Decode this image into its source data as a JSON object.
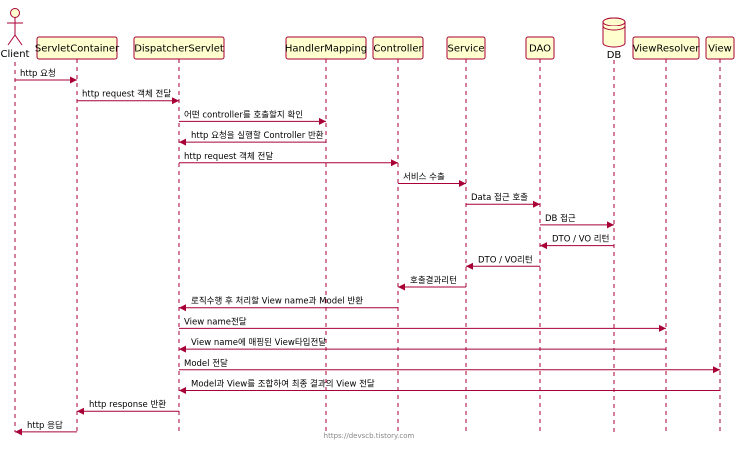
{
  "participants": [
    {
      "id": "client",
      "label": "Client",
      "kind": "actor"
    },
    {
      "id": "servlet_container",
      "label": "ServletContainer",
      "kind": "box"
    },
    {
      "id": "dispatcher_servlet",
      "label": "DispatcherServlet",
      "kind": "box"
    },
    {
      "id": "handler_mapping",
      "label": "HandlerMapping",
      "kind": "box"
    },
    {
      "id": "controller",
      "label": "Controller",
      "kind": "box"
    },
    {
      "id": "service",
      "label": "Service",
      "kind": "box"
    },
    {
      "id": "dao",
      "label": "DAO",
      "kind": "box"
    },
    {
      "id": "db",
      "label": "DB",
      "kind": "database"
    },
    {
      "id": "view_resolver",
      "label": "ViewResolver",
      "kind": "box"
    },
    {
      "id": "view",
      "label": "View",
      "kind": "box"
    }
  ],
  "messages": [
    {
      "from": "client",
      "to": "servlet_container",
      "label": "http 요청"
    },
    {
      "from": "servlet_container",
      "to": "dispatcher_servlet",
      "label": "http request 객체 전달"
    },
    {
      "from": "dispatcher_servlet",
      "to": "handler_mapping",
      "label": "어떤 controller를 호출할지 확인"
    },
    {
      "from": "handler_mapping",
      "to": "dispatcher_servlet",
      "label": "http 요청을 실행할 Controller 반환"
    },
    {
      "from": "dispatcher_servlet",
      "to": "controller",
      "label": "http request 객체 전달"
    },
    {
      "from": "controller",
      "to": "service",
      "label": "서비스 수출"
    },
    {
      "from": "service",
      "to": "dao",
      "label": "Data 접근 호출"
    },
    {
      "from": "dao",
      "to": "db",
      "label": "DB 접근"
    },
    {
      "from": "db",
      "to": "dao",
      "label": "DTO / VO 리턴"
    },
    {
      "from": "dao",
      "to": "service",
      "label": "DTO / VO리턴"
    },
    {
      "from": "service",
      "to": "controller",
      "label": "호출결과리턴"
    },
    {
      "from": "controller",
      "to": "dispatcher_servlet",
      "label": "로직수행 후 처리할 View name과 Model 반환"
    },
    {
      "from": "dispatcher_servlet",
      "to": "view_resolver",
      "label": "View name전달"
    },
    {
      "from": "view_resolver",
      "to": "dispatcher_servlet",
      "label": "View name에 매핑된 View타입전달"
    },
    {
      "from": "dispatcher_servlet",
      "to": "view",
      "label": "Model 전달"
    },
    {
      "from": "view",
      "to": "dispatcher_servlet",
      "label": "Model과 View를 조합하여 최종 결과의 View 전달"
    },
    {
      "from": "dispatcher_servlet",
      "to": "servlet_container",
      "label": "http response 반환"
    },
    {
      "from": "servlet_container",
      "to": "client",
      "label": "http 응답"
    }
  ],
  "footer": "https://devscb.tistory.com",
  "colors": {
    "border": "#a80036",
    "fill": "#fefece"
  }
}
